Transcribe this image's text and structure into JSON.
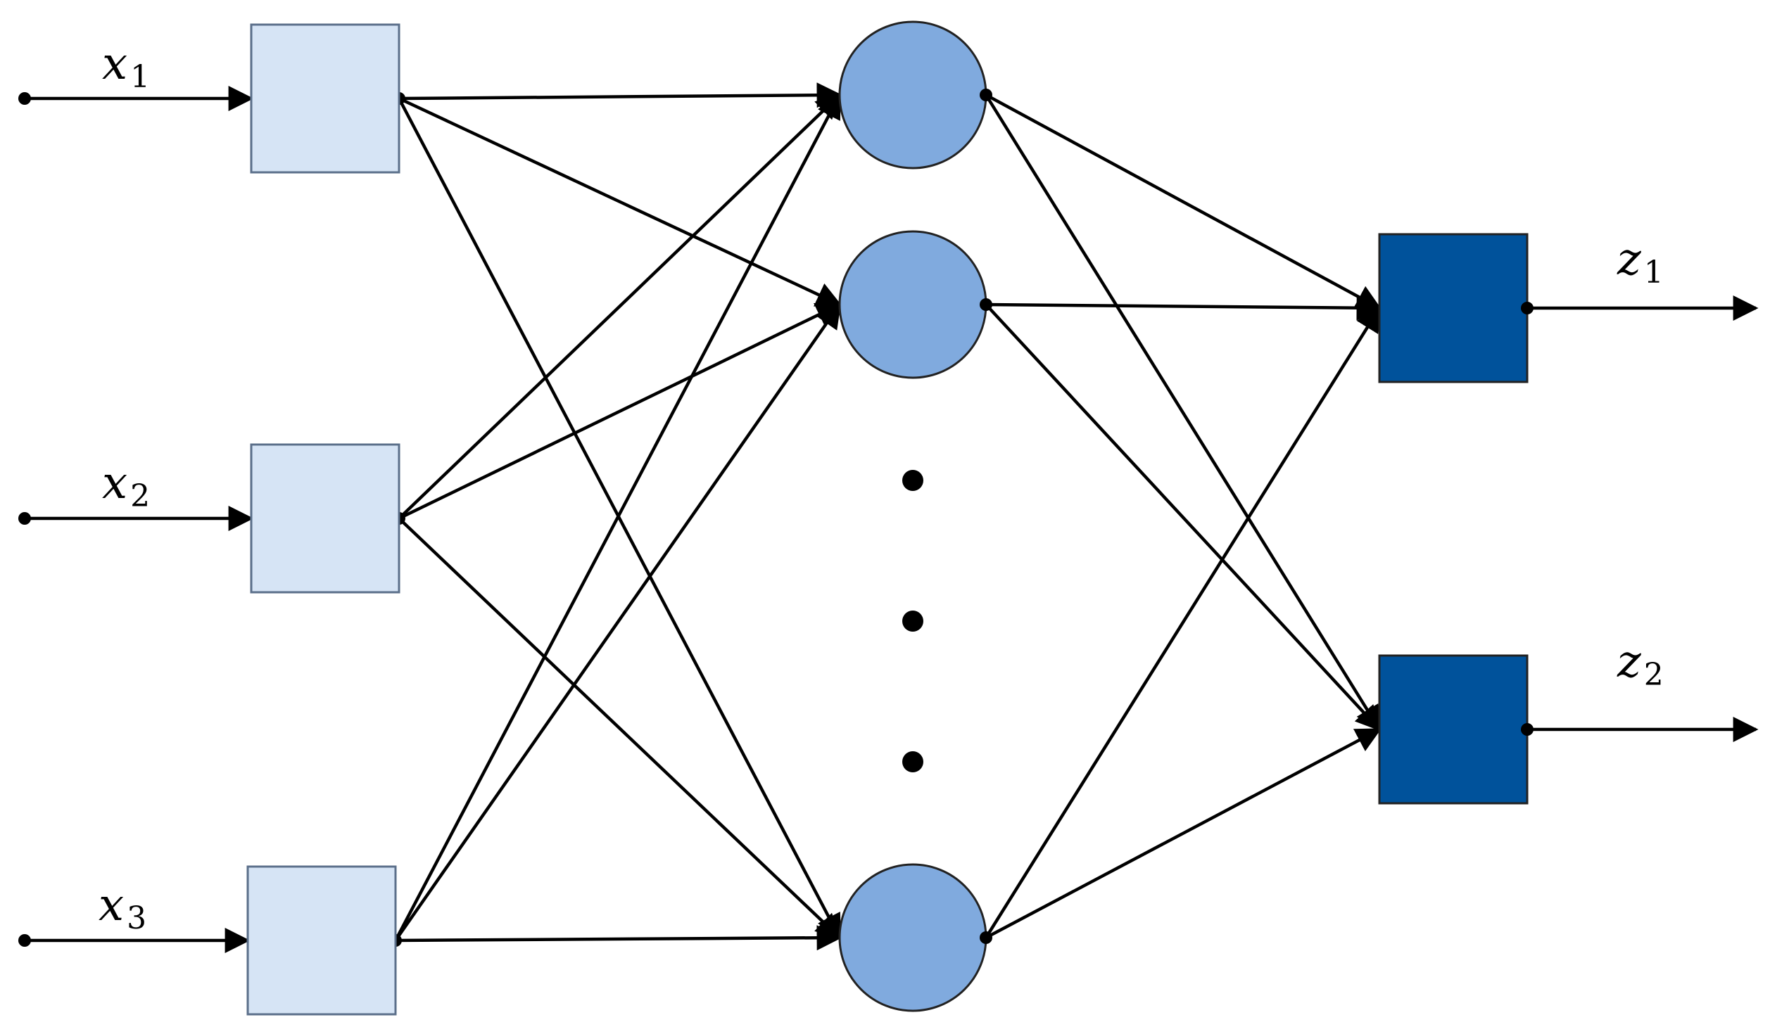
{
  "diagram": {
    "type": "feedforward-neural-network",
    "colors": {
      "background": "#ffffff",
      "edge": "#000000",
      "input_fill": "#d6e4f5",
      "input_stroke": "#5b6f8a",
      "hidden_fill": "#80aade",
      "hidden_stroke": "#222222",
      "output_fill": "#00529b",
      "output_stroke": "#222222"
    },
    "layers": {
      "input": {
        "shape": "square",
        "nodes": [
          {
            "id": "in1",
            "var": "x",
            "sub": "1"
          },
          {
            "id": "in2",
            "var": "x",
            "sub": "2"
          },
          {
            "id": "in3",
            "var": "x",
            "sub": "3"
          }
        ]
      },
      "hidden": {
        "shape": "circle",
        "nodes": [
          {
            "id": "h1"
          },
          {
            "id": "h2"
          },
          {
            "id": "h3"
          }
        ],
        "ellipsis_dots": 3
      },
      "output": {
        "shape": "square",
        "nodes": [
          {
            "id": "out1",
            "var": "z",
            "sub": "1"
          },
          {
            "id": "out2",
            "var": "z",
            "sub": "2"
          }
        ]
      }
    },
    "connectivity": "fully-connected"
  }
}
